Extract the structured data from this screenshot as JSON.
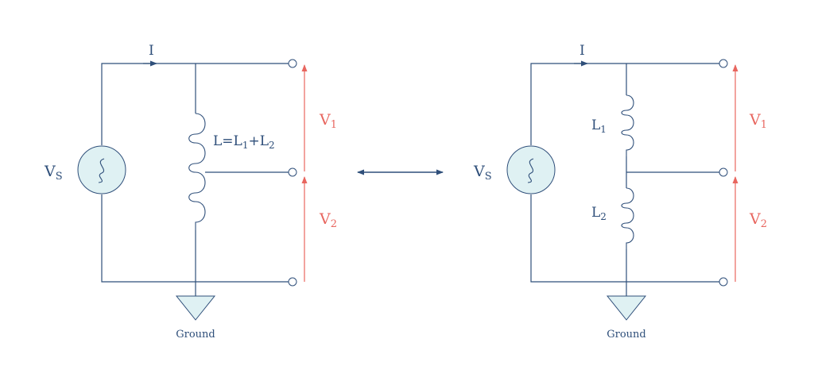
{
  "colors": {
    "wire": "#2f4f7a",
    "component_fill": "#dff1f3",
    "voltage": "#e8665f"
  },
  "left_circuit": {
    "current": "I",
    "source": {
      "main": "V",
      "sub": "S"
    },
    "inductor": {
      "L": "L",
      "eq": "=",
      "L1": "L",
      "L1_sub": "1",
      "plus": "+",
      "L2": "L",
      "L2_sub": "2"
    },
    "v1": {
      "main": "V",
      "sub": "1"
    },
    "v2": {
      "main": "V",
      "sub": "2"
    },
    "ground": "Ground"
  },
  "right_circuit": {
    "current": "I",
    "source": {
      "main": "V",
      "sub": "S"
    },
    "l1": {
      "main": "L",
      "sub": "1"
    },
    "l2": {
      "main": "L",
      "sub": "2"
    },
    "v1": {
      "main": "V",
      "sub": "1"
    },
    "v2": {
      "main": "V",
      "sub": "2"
    },
    "ground": "Ground"
  },
  "equivalence_icon": "double-arrow-icon"
}
